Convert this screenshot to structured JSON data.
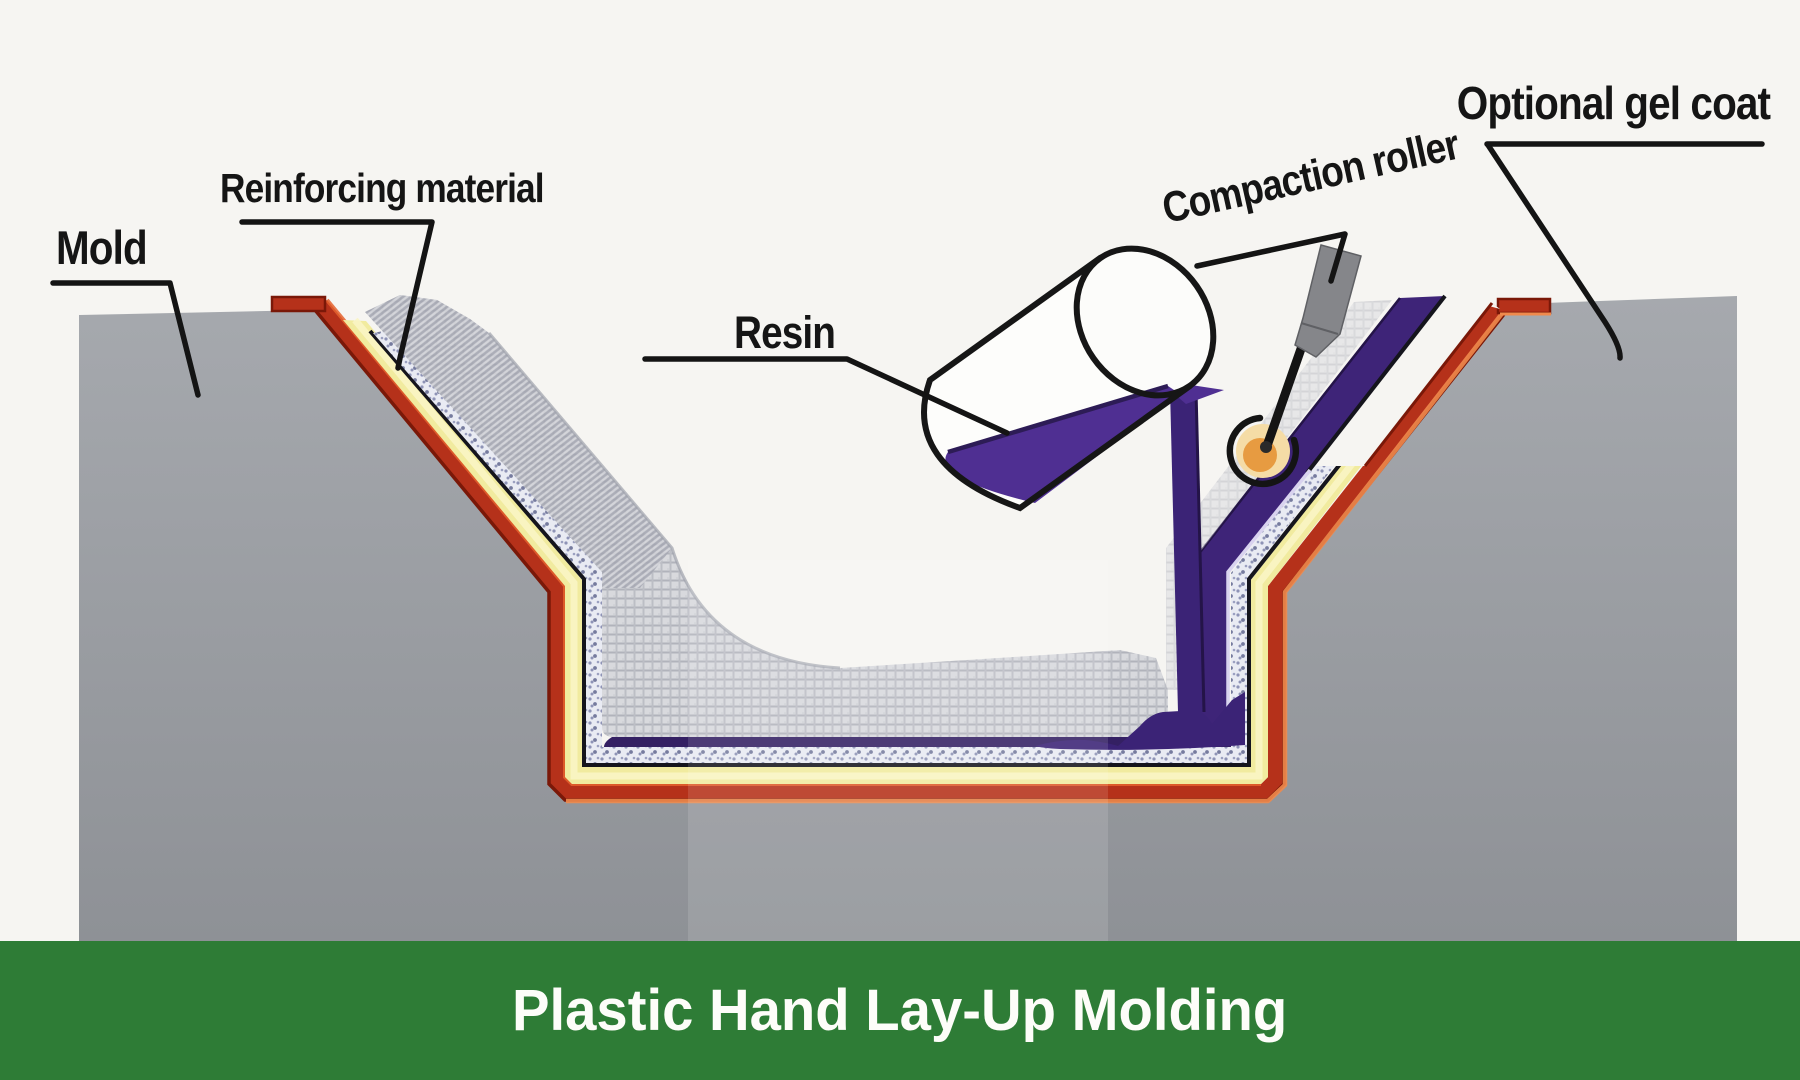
{
  "banner": {
    "title": "Plastic Hand Lay-Up Molding",
    "background_color": "#2e7c36",
    "text_color": "#fdfdf9"
  },
  "labels": {
    "mold": "Mold",
    "reinforcing_material": "Reinforcing material",
    "resin": "Resin",
    "compaction_roller": "Compaction roller",
    "optional_gel_coat": "Optional gel coat"
  },
  "colors": {
    "background": "#f6f5f2",
    "mold_gray": "#9a9da2",
    "gel_coat_red": "#b5311a",
    "gel_coat_dark_edge": "#7a1808",
    "gel_coat_glow_orange": "#f08a4c",
    "surface_layer_yellow": "#f1eb9f",
    "layer_outline_black": "#15151d",
    "resin_purple": "#4f2f92",
    "resin_stream_purple": "#3b2376",
    "resin_laminate_purple": "#3e2478",
    "resin_bottom_film_purple": "#342063",
    "roller_orange": "#e79b41",
    "roller_rim_cream": "#f5dca6",
    "handle_gray": "#85868a",
    "outline_black": "#141414"
  }
}
